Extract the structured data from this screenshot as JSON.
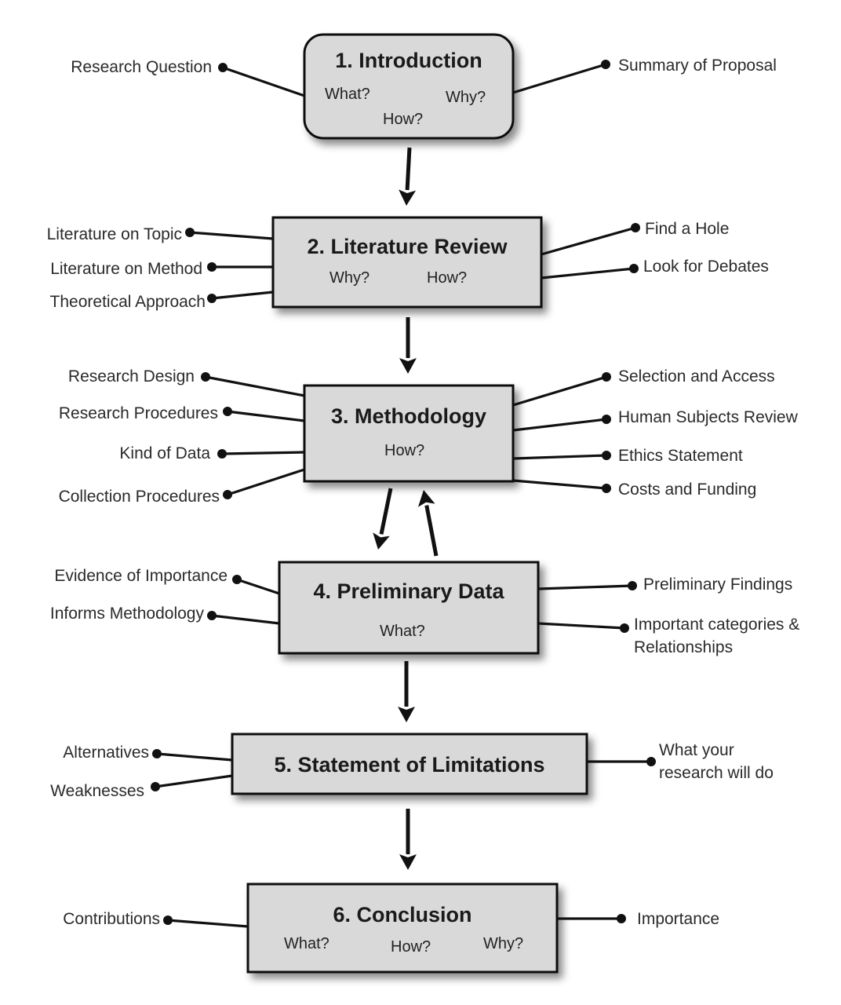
{
  "colors": {
    "box_fill": "#d9d9d9",
    "stroke": "#111111",
    "text": "#1a1a1a",
    "background": "#ffffff"
  },
  "steps": [
    {
      "title": "1. Introduction",
      "questions": [
        "What?",
        "Why?",
        "How?"
      ],
      "left": [
        "Research Question"
      ],
      "right": [
        "Summary of Proposal"
      ]
    },
    {
      "title": "2. Literature Review",
      "questions": [
        "Why?",
        "How?"
      ],
      "left": [
        "Literature on Topic",
        "Literature on Method",
        "Theoretical Approach"
      ],
      "right": [
        "Find a Hole",
        "Look for Debates"
      ]
    },
    {
      "title": "3. Methodology",
      "questions": [
        "How?"
      ],
      "left": [
        "Research Design",
        "Research Procedures",
        "Kind of Data",
        "Collection Procedures"
      ],
      "right": [
        "Selection and Access",
        "Human Subjects Review",
        "Ethics Statement",
        "Costs and Funding"
      ]
    },
    {
      "title": "4. Preliminary Data",
      "questions": [
        "What?"
      ],
      "left": [
        "Evidence of Importance",
        "Informs Methodology"
      ],
      "right": [
        "Preliminary Findings",
        "Important categories & Relationships"
      ]
    },
    {
      "title": "5. Statement of Limitations",
      "questions": [],
      "left": [
        "Alternatives",
        "Weaknesses"
      ],
      "right": [
        "What your research will do"
      ]
    },
    {
      "title": "6. Conclusion",
      "questions": [
        "What?",
        "How?",
        "Why?"
      ],
      "left": [
        "Contributions"
      ],
      "right": [
        "Importance"
      ]
    }
  ],
  "flow": [
    {
      "from": 0,
      "to": 1,
      "direction": "down"
    },
    {
      "from": 1,
      "to": 2,
      "direction": "down"
    },
    {
      "from": 2,
      "to": 3,
      "direction": "down"
    },
    {
      "from": 3,
      "to": 2,
      "direction": "up"
    },
    {
      "from": 3,
      "to": 4,
      "direction": "down"
    },
    {
      "from": 4,
      "to": 5,
      "direction": "down"
    }
  ]
}
